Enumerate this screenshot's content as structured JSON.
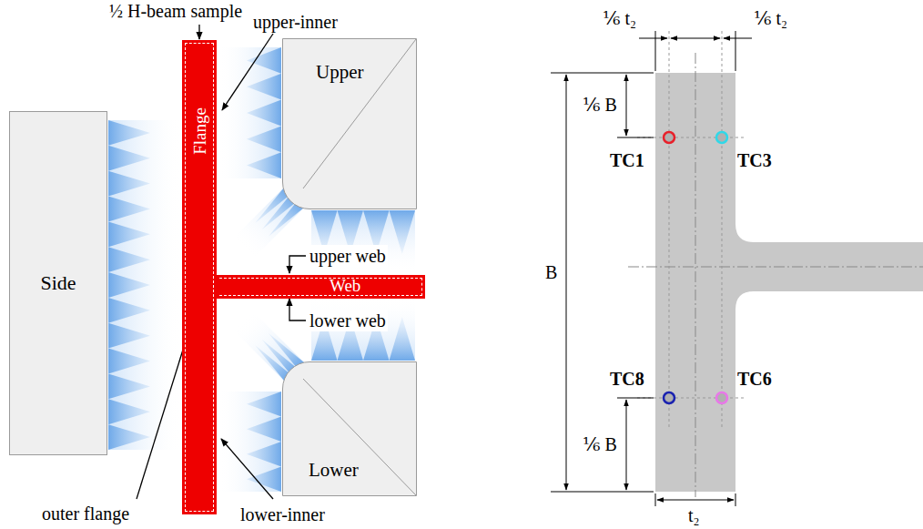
{
  "diagram": {
    "nodes": [
      {
        "text": [
          "Side"
        ]
      },
      {
        "text": [
          "Flange"
        ]
      },
      {
        "text": [
          "Upper"
        ]
      },
      {
        "text": [
          "Web"
        ]
      },
      {
        "text": [
          "Lower"
        ]
      }
    ],
    "labels": [
      "½ H-beam sample",
      "upper-inner",
      "upper web",
      "lower web",
      "outer flange",
      "lower-inner",
      "⅙ t₂",
      "⅙ t₂",
      "⅙ B",
      "B",
      "⅙ B",
      "t₂",
      "TC1",
      "TC3",
      "TC8",
      "TC6"
    ]
  }
}
